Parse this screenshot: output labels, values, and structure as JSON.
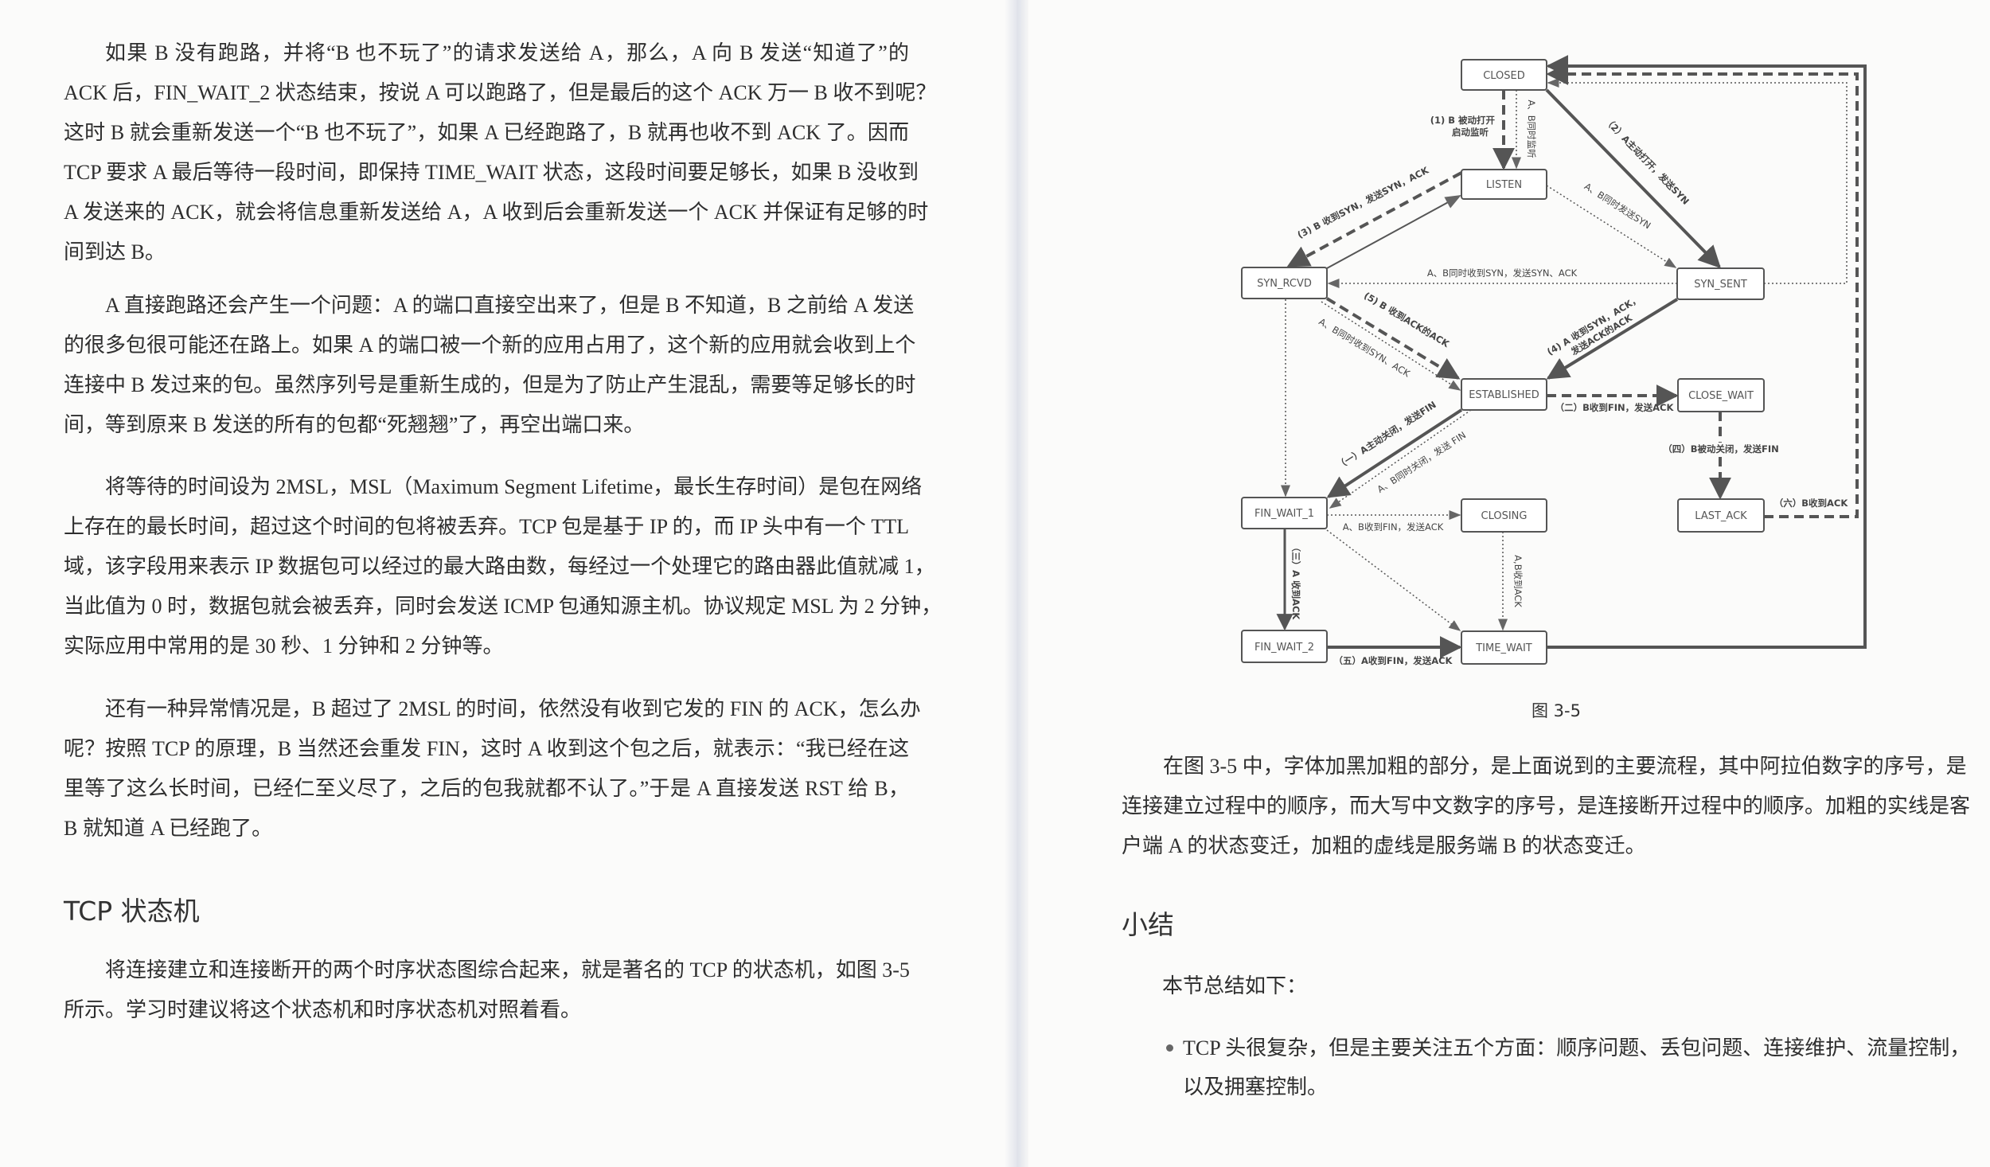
{
  "left_page": {
    "paragraphs": [
      [
        "如果 B 没有跑路，并将“B 也不玩了”的请求发送给 A，那么，A 向 B 发送“知道了”的",
        "ACK 后，FIN_WAIT_2 状态结束，按说 A 可以跑路了，但是最后的这个 ACK 万一 B 收不到呢？",
        "这时 B 就会重新发送一个“B 也不玩了”，如果 A 已经跑路了，B 就再也收不到 ACK 了。因而",
        "TCP 要求 A 最后等待一段时间，即保持 TIME_WAIT 状态，这段时间要足够长，如果 B 没收到",
        "A 发送来的 ACK，就会将信息重新发送给 A，A 收到后会重新发送一个 ACK 并保证有足够的时",
        "间到达 B。"
      ],
      [
        "A 直接跑路还会产生一个问题：A 的端口直接空出来了，但是 B 不知道，B 之前给 A 发送",
        "的很多包很可能还在路上。如果 A 的端口被一个新的应用占用了，这个新的应用就会收到上个",
        "连接中 B 发过来的包。虽然序列号是重新生成的，但是为了防止产生混乱，需要等足够长的时",
        "间，等到原来 B 发送的所有的包都“死翘翘”了，再空出端口来。"
      ],
      [
        "将等待的时间设为 2MSL，MSL（Maximum Segment Lifetime，最长生存时间）是包在网络",
        "上存在的最长时间，超过这个时间的包将被丢弃。TCP 包是基于 IP 的，而 IP 头中有一个 TTL",
        "域，该字段用来表示 IP 数据包可以经过的最大路由数，每经过一个处理它的路由器此值就减 1，",
        "当此值为 0 时，数据包就会被丢弃，同时会发送 ICMP 包通知源主机。协议规定 MSL 为 2 分钟，",
        "实际应用中常用的是 30 秒、1 分钟和 2 分钟等。"
      ],
      [
        "还有一种异常情况是，B 超过了 2MSL 的时间，依然没有收到它发的 FIN 的 ACK，怎么办",
        "呢？按照 TCP 的原理，B 当然还会重发 FIN，这时 A 收到这个包之后，就表示：“我已经在这",
        "里等了这么长时间，已经仁至义尽了，之后的包我就都不认了。”于是 A 直接发送 RST 给 B，",
        "B 就知道 A 已经跑了。"
      ]
    ],
    "section_heading": "TCP 状态机",
    "section_paragraph": [
      "将连接建立和连接断开的两个时序状态图综合起来，就是著名的 TCP 的状态机，如图 3-5",
      "所示。学习时建议将这个状态机和时序状态机对照着看。"
    ]
  },
  "figure": {
    "caption": "图 3-5",
    "states": {
      "closed": "CLOSED",
      "listen": "LISTEN",
      "syn_rcvd": "SYN_RCVD",
      "syn_sent": "SYN_SENT",
      "established": "ESTABLISHED",
      "close_wait": "CLOSE_WAIT",
      "fin_wait_1": "FIN_WAIT_1",
      "closing": "CLOSING",
      "last_ack": "LAST_ACK",
      "fin_wait_2": "FIN_WAIT_2",
      "time_wait": "TIME_WAIT"
    },
    "labels": {
      "step1_line1": "(1) B 被动打开",
      "step1_line2": "启动监听",
      "both_listen": "A、B同时监听",
      "step2": "（2）A主动打开，发送SYN",
      "step3": "(3) B 收到SYN，发送SYN，ACK",
      "both_send_syn": "A、B同时发送SYN",
      "both_recv_syn": "A、B同时收到SYN，发送SYN、ACK",
      "step4_line1": "(4) A 收到SYN，ACK，",
      "step4_line2": "发送ACK的ACK",
      "step5": "(5) B 收到ACK的ACK",
      "both_recv_synack": "A、B同时收到SYN、ACK",
      "close1": "（一）A主动关闭，发送FIN",
      "both_close": "A、B同时关闭，发送 FIN",
      "close2": "（二）B收到FIN，发送ACK",
      "close3": "（三）A 收到ACK",
      "close4": "（四）B被动关闭，发送FIN",
      "close5": "（五）A收到FIN，发送ACK",
      "close6": "（六）B收到ACK",
      "both_recv_fin": "A、B收到FIN，发送ACK",
      "both_recv_ack": "A,B收到ACK"
    }
  },
  "right_page": {
    "paragraph": [
      "在图 3-5 中，字体加黑加粗的部分，是上面说到的主要流程，其中阿拉伯数字的序号，是",
      "连接建立过程中的顺序，而大写中文数字的序号，是连接断开过程中的顺序。加粗的实线是客",
      "户端 A 的状态变迁，加粗的虚线是服务端 B 的状态变迁。"
    ],
    "section_heading": "小结",
    "intro": "本节总结如下：",
    "bullets": [
      {
        "line1": "TCP 头很复杂，但是主要关注五个方面：顺序问题、丢包问题、连接维护、流量控制，",
        "line2": "以及拥塞控制。"
      }
    ]
  }
}
